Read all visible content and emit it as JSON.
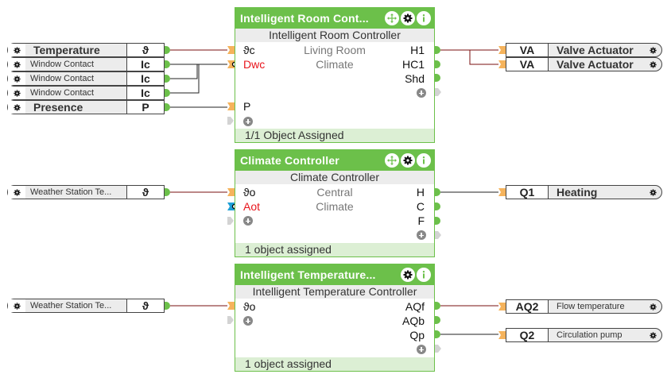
{
  "blocks": [
    {
      "title": "Intelligent  Room  Cont...",
      "subtitle": "Intelligent Room Controller",
      "icons": [
        "move-icon",
        "gear-icon",
        "info-icon"
      ],
      "inputs": [
        {
          "label": "ϑc",
          "red": false,
          "type": "connected"
        },
        {
          "label": "Dwc",
          "red": true,
          "type": "connected-inverted"
        },
        {
          "label": "P",
          "red": false,
          "type": "connected"
        }
      ],
      "middle": [
        "Living Room",
        "Climate"
      ],
      "outputs": [
        "H1",
        "HC1",
        "Shd"
      ],
      "footer": "1/1 Object Assigned"
    },
    {
      "title": "Climate Controller",
      "subtitle": "Climate Controller",
      "icons": [
        "move-icon",
        "gear-icon",
        "info-icon"
      ],
      "inputs": [
        {
          "label": "ϑo",
          "red": false,
          "type": "connected"
        },
        {
          "label": "Aot",
          "red": true,
          "type": "blue-inverted"
        }
      ],
      "middle": [
        "Central",
        "Climate"
      ],
      "outputs": [
        "H",
        "C",
        "F"
      ],
      "footer": "1 object assigned"
    },
    {
      "title": "Intelligent  Temperature...",
      "subtitle": "Intelligent Temperature Controller",
      "icons": [
        "gear-icon",
        "info-icon"
      ],
      "inputs": [
        {
          "label": "ϑo",
          "red": false,
          "type": "connected"
        }
      ],
      "middle": [],
      "outputs": [
        "AQf",
        "AQb",
        "Qp"
      ],
      "footer": "1 object assigned"
    }
  ],
  "left_nodes": [
    {
      "name": "Temperature",
      "symbol": "ϑ",
      "bold": true
    },
    {
      "name": "Window Contact",
      "symbol": "Ic",
      "bold": false
    },
    {
      "name": "Window Contact",
      "symbol": "Ic",
      "bold": false
    },
    {
      "name": "Window Contact",
      "symbol": "Ic",
      "bold": false
    },
    {
      "name": "Presence",
      "symbol": "P",
      "bold": true
    },
    {
      "name": "Weather Station Te...",
      "symbol": "ϑ",
      "bold": false
    },
    {
      "name": "Weather Station Te...",
      "symbol": "ϑ",
      "bold": false
    }
  ],
  "right_nodes": [
    {
      "symbol": "VA",
      "name": "Valve Actuator",
      "bold": true
    },
    {
      "symbol": "VA",
      "name": "Valve Actuator",
      "bold": true
    },
    {
      "symbol": "Q1",
      "name": "Heating",
      "bold": true
    },
    {
      "symbol": "AQ2",
      "name": "Flow temperature",
      "bold": false
    },
    {
      "symbol": "Q2",
      "name": "Circulation pump",
      "bold": false
    }
  ],
  "colors": {
    "block_green": "#6cc04a",
    "footer_green": "#dcefd4",
    "input_orange": "#f5b35c",
    "input_blue": "#1ea0d6",
    "wire_analog": "#7a0f0f",
    "wire_digital": "#222222",
    "label_red": "#e8141b"
  }
}
